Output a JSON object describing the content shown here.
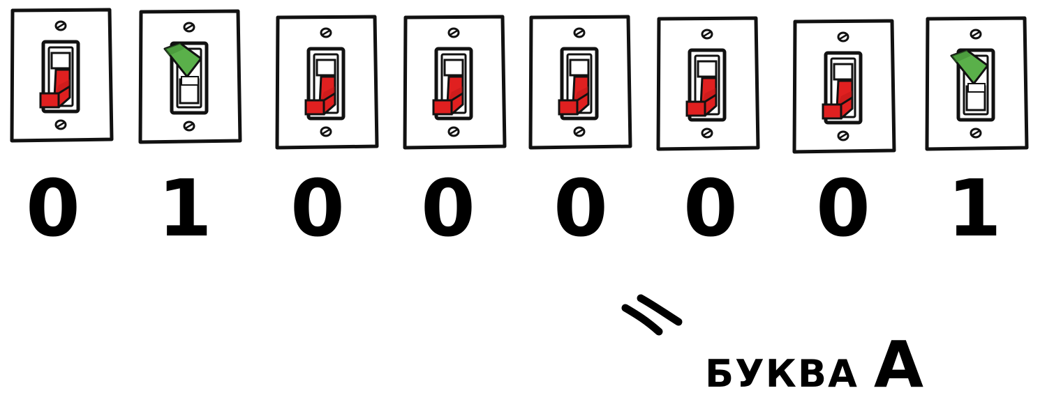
{
  "switches": [
    {
      "bit": "0",
      "state": "down",
      "lever_color": "#e02020"
    },
    {
      "bit": "1",
      "state": "up",
      "lever_color": "#5ab04a"
    },
    {
      "bit": "0",
      "state": "down",
      "lever_color": "#e02020"
    },
    {
      "bit": "0",
      "state": "down",
      "lever_color": "#e02020"
    },
    {
      "bit": "0",
      "state": "down",
      "lever_color": "#e02020"
    },
    {
      "bit": "0",
      "state": "down",
      "lever_color": "#e02020"
    },
    {
      "bit": "0",
      "state": "down",
      "lever_color": "#e02020"
    },
    {
      "bit": "1",
      "state": "up",
      "lever_color": "#5ab04a"
    }
  ],
  "result": {
    "word": "БУКВА",
    "letter": "A"
  },
  "colors": {
    "ink": "#000000",
    "on": "#5ab04a",
    "off": "#e02020"
  }
}
